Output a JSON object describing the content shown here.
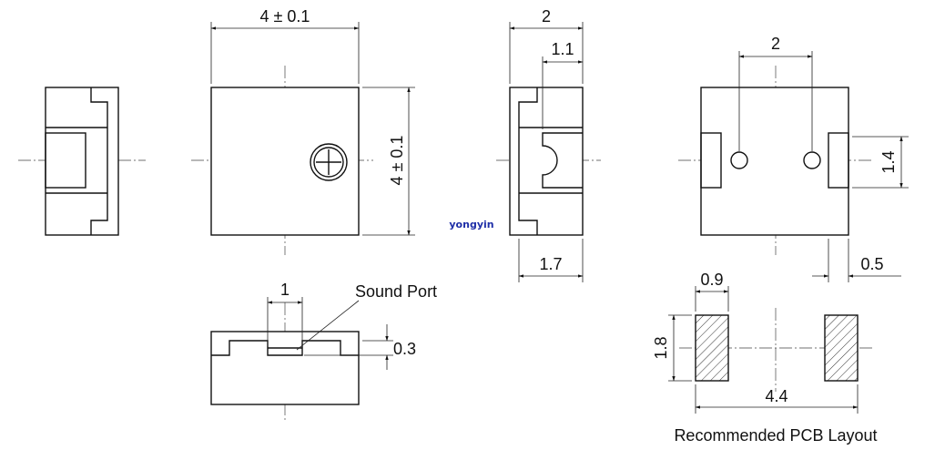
{
  "watermark": "yongyin",
  "front_view": {
    "width_dim": "4 ± 0.1",
    "height_dim": "4 ± 0.1"
  },
  "side_view_right": {
    "total_dim": "2",
    "inner_dim": "1.1",
    "bottom_dim": "1.7"
  },
  "bottom_view": {
    "pin_spacing_dim": "2",
    "pad_height_dim": "1.4",
    "pad_width_dim": "0.5"
  },
  "section_view": {
    "port_width_dim": "1",
    "port_depth_dim": "0.3",
    "sound_port_label": "Sound Port"
  },
  "pcb_layout": {
    "pad_width_dim": "0.9",
    "pad_height_dim": "1.8",
    "span_dim": "4.4",
    "caption": "Recommended PCB Layout"
  }
}
